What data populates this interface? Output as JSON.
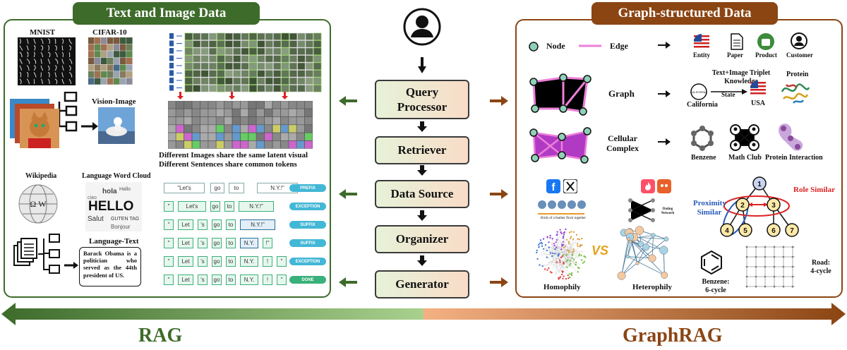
{
  "left_panel": {
    "title": "Text and Image Data",
    "mnist": "MNIST",
    "cifar": "CIFAR-10",
    "vision_image": "Vision-Image",
    "shared_visual_1": "Different Images share the same latent visual",
    "shared_visual_2": "Different Sentences share common tokens",
    "wikipedia": "Wikipedia",
    "word_cloud": "Language Word Cloud",
    "language_text": "Language-Text",
    "obama_text": "Barack Obama is a politician who served as the 44th president of US.",
    "word_cloud_words": [
      "hola",
      "HELLO",
      "Salut",
      "GUTEN TAG",
      "Hallo",
      "Bonjour",
      "ciao"
    ],
    "tokenizer": {
      "rows": [
        [
          "\"Let's",
          "go",
          "to",
          "N.Y.!\""
        ],
        [
          "\"",
          "Let's",
          "go",
          "to",
          "N.Y.!\""
        ],
        [
          "\"",
          "Let",
          "'s",
          "go",
          "to",
          "N.Y.!\""
        ],
        [
          "\"",
          "Let",
          "'s",
          "go",
          "to",
          "N.Y.",
          "!\""
        ],
        [
          "\"",
          "Let",
          "'s",
          "go",
          "to",
          "N.Y.",
          "!",
          "\""
        ],
        [
          "\"",
          "Let",
          "'s",
          "go",
          "to",
          "N.Y.",
          "!",
          "\""
        ]
      ],
      "labels": [
        "PREFIX",
        "EXCEPTION",
        "SUFFIX",
        "SUFFIX",
        "EXCEPTION",
        "DONE"
      ]
    }
  },
  "center": {
    "steps": [
      "Query Processor",
      "Retriever",
      "Data Source",
      "Organizer",
      "Generator"
    ]
  },
  "right_panel": {
    "title": "Graph-structured Data",
    "node": "Node",
    "edge": "Edge",
    "entity": "Entity",
    "paper": "Paper",
    "product": "Product",
    "customer": "Customer",
    "graph": "Graph",
    "triplet_title": "Text+Image Triplet Knowledge",
    "state": "State",
    "california": "California",
    "usa": "USA",
    "protein": "Protein",
    "cellular_complex": "Cellular Complex",
    "benzene": "Benzene",
    "math_club": "Math Club",
    "protein_interaction": "Protein Interaction",
    "birds_caption": "Birds of a feather flock together",
    "dating_network": "Dating Network",
    "vs": "VS",
    "homophily": "Homophily",
    "heterophily": "Heterophily",
    "role_similar": "Role Similar",
    "proximity_similar": "Proximity Similar",
    "tree_nodes": [
      "1",
      "2",
      "3",
      "4",
      "5",
      "6",
      "7"
    ],
    "benzene_cycle": "Benzene: 6-cycle",
    "road_cycle": "Road: 4-cycle",
    "seal_text": "CALIFORNIA"
  },
  "bottom": {
    "rag": "RAG",
    "graphrag": "GraphRAG"
  },
  "colors": {
    "green": "#3d6b2a",
    "brown": "#8b4513",
    "light_green": "#a9d08e",
    "peach": "#f4b183"
  }
}
